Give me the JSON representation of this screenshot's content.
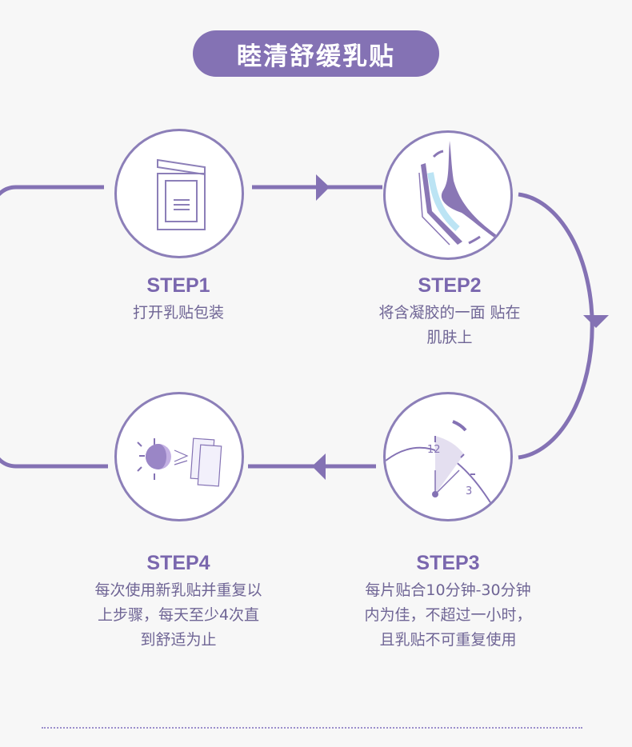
{
  "title": "睦清舒缓乳贴",
  "accent": "#8472b4",
  "steps": [
    {
      "label": "STEP1",
      "desc": "打开乳贴包装",
      "icon": "package-icon"
    },
    {
      "label": "STEP2",
      "desc": "将含凝胶的一面 贴在肌肤上",
      "icon": "apply-patch-icon"
    },
    {
      "label": "STEP3",
      "desc": "每片贴合10分钟-30分钟内为佳，不超过一小时，且乳贴不可重复使用",
      "icon": "clock-icon",
      "clock_labels": [
        "12",
        "3"
      ]
    },
    {
      "label": "STEP4",
      "desc": "每次使用新乳贴并重复以上步骤，每天至少4次直到舒适为止",
      "icon": "daily-repeat-icon"
    }
  ]
}
